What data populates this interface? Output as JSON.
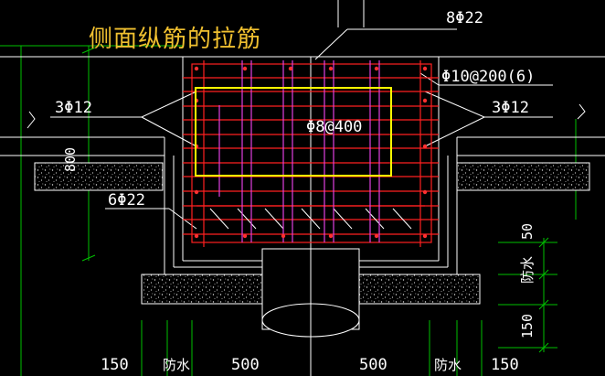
{
  "title": "侧面纵筋的拉筋",
  "labels": {
    "top_rebar": "8Φ22",
    "stirrup": "Φ10@200(6)",
    "left_side_rebar": "3Φ12",
    "right_side_rebar": "3Φ12",
    "tie": "Φ8@400",
    "bottom_rebar": "6Φ22",
    "height_dim": "800",
    "right_dim_top": "50",
    "right_dim_bottom": "150",
    "right_waterproof": "防水",
    "bottom_dims": [
      "150",
      "防水",
      "500",
      "500",
      "防水",
      "150"
    ]
  },
  "colors": {
    "background": "#000000",
    "title": "#f0c030",
    "highlight_box": "#ffff00",
    "stirrup": "#ff2020",
    "tie": "#e040e0",
    "rebar": "#ff2020",
    "dimension": "#00c000",
    "outline": "#ffffff"
  }
}
